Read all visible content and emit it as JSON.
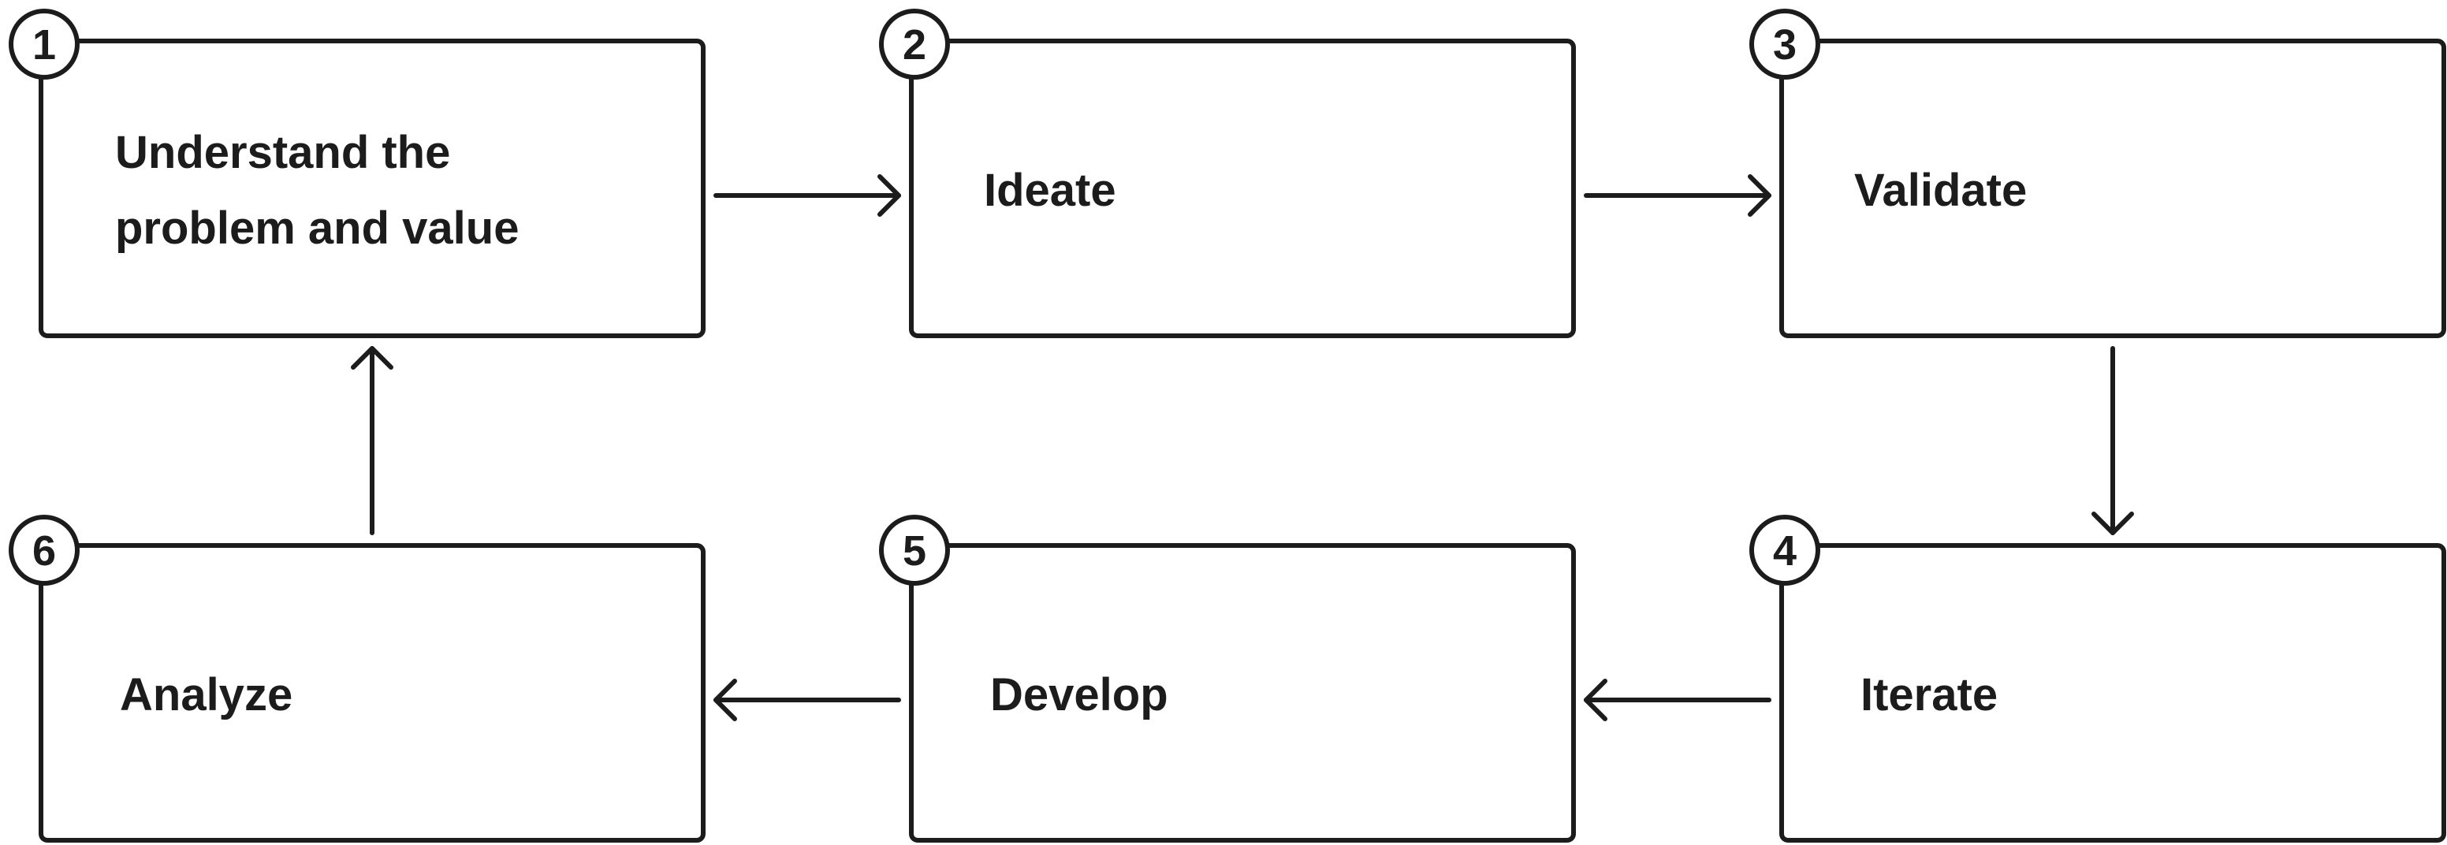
{
  "colors": {
    "stroke": "#1c1c1c",
    "background": "#ffffff",
    "text": "#1c1c1c"
  },
  "steps": [
    {
      "number": "1",
      "label": "Understand the\nproblem and value"
    },
    {
      "number": "2",
      "label": "Ideate"
    },
    {
      "number": "3",
      "label": "Validate"
    },
    {
      "number": "4",
      "label": "Iterate"
    },
    {
      "number": "5",
      "label": "Develop"
    },
    {
      "number": "6",
      "label": "Analyze"
    }
  ]
}
